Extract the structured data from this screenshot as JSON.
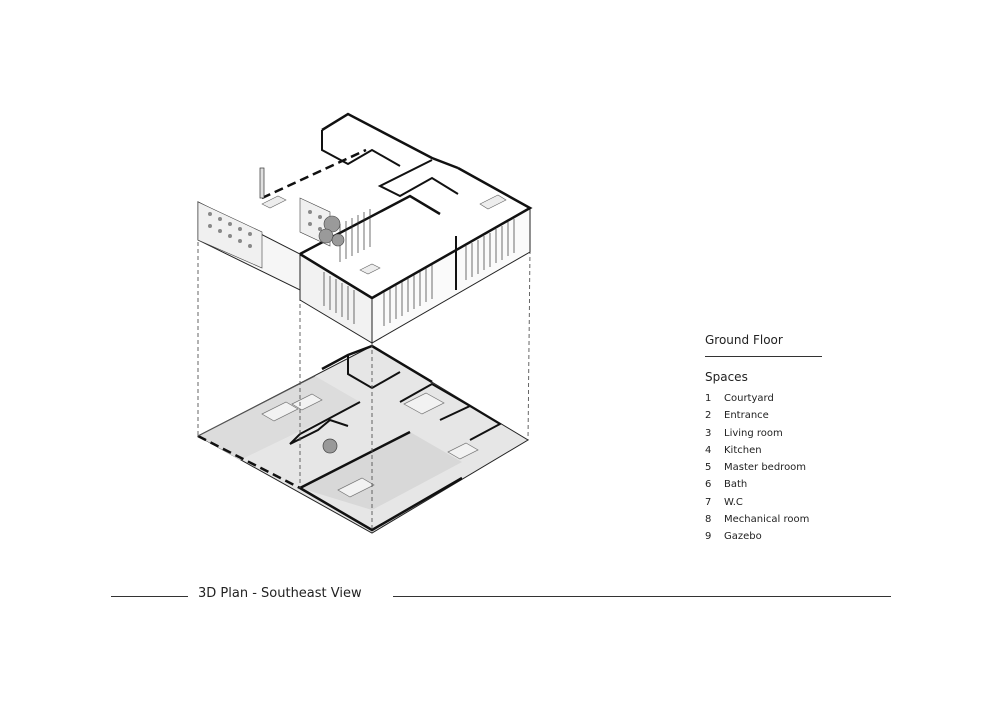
{
  "legend": {
    "heading": "Ground Floor",
    "subheading": "Spaces",
    "spaces": [
      {
        "num": "1",
        "name": "Courtyard"
      },
      {
        "num": "2",
        "name": "Entrance"
      },
      {
        "num": "3",
        "name": "Living room"
      },
      {
        "num": "4",
        "name": "Kitchen"
      },
      {
        "num": "5",
        "name": "Master bedroom"
      },
      {
        "num": "6",
        "name": "Bath"
      },
      {
        "num": "7",
        "name": "W.C"
      },
      {
        "num": "8",
        "name": "Mechanical room"
      },
      {
        "num": "9",
        "name": "Gazebo"
      }
    ]
  },
  "footer": {
    "title": "3D Plan - Southeast View"
  },
  "colors": {
    "line": "#222222",
    "floor": "#e4e4e4",
    "floor_dark": "#cfcfcf",
    "wall_face": "#f4f4f4"
  }
}
